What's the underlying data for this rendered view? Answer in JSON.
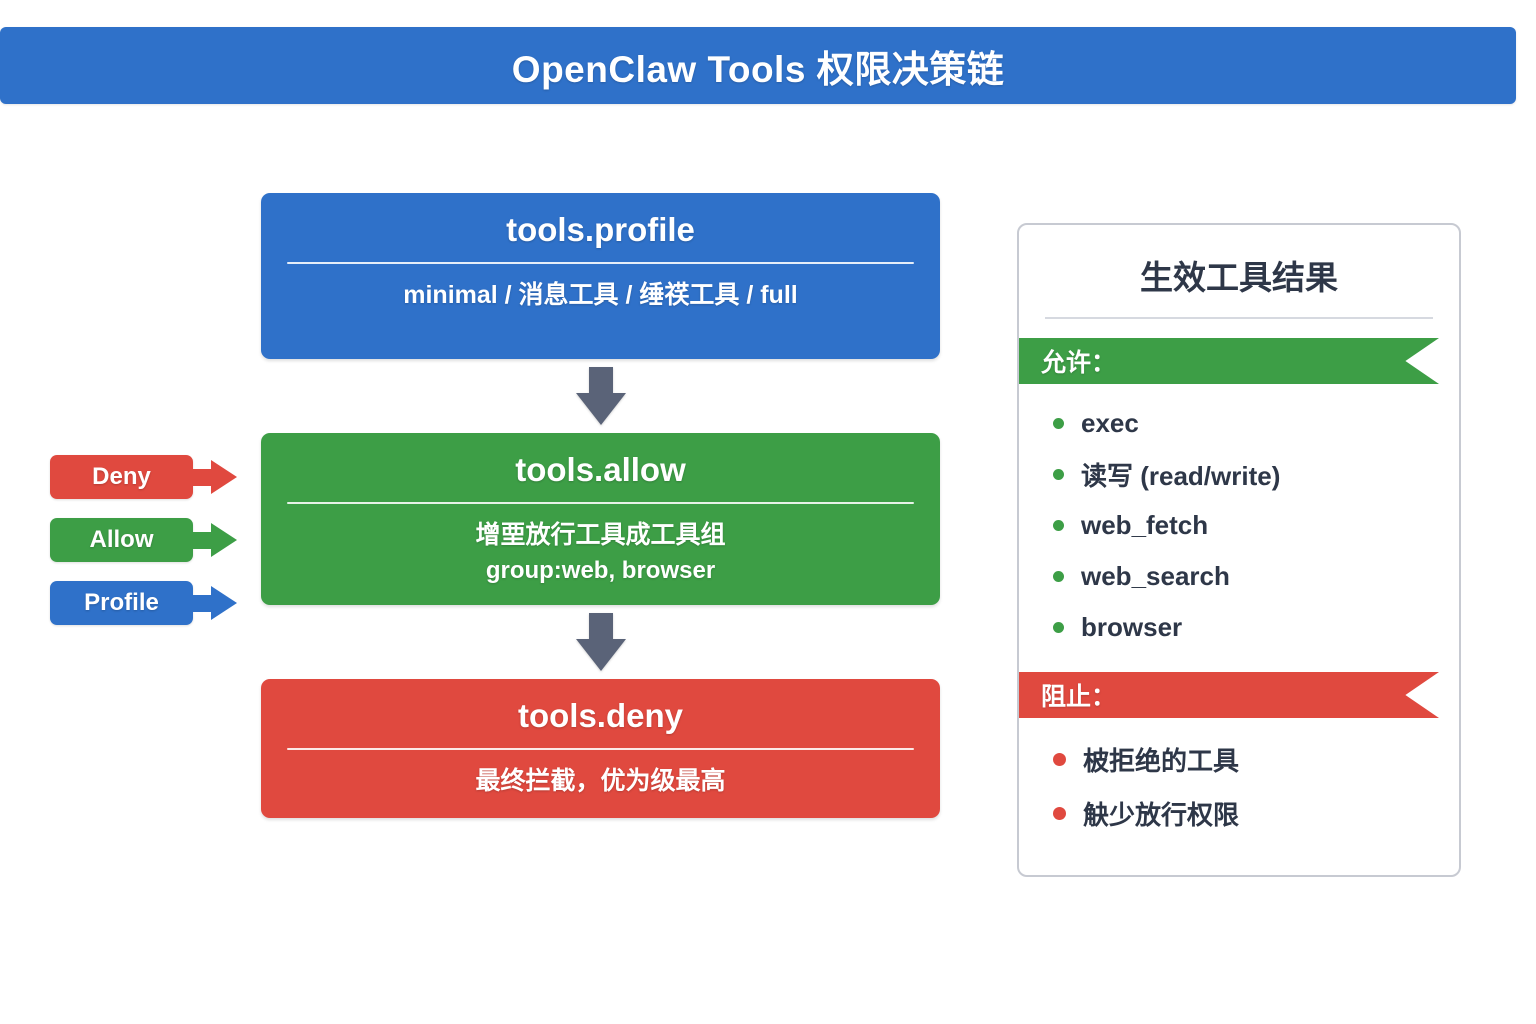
{
  "header": {
    "title": "OpenClaw Tools 权限决策链"
  },
  "colors": {
    "blue": "#2f71c9",
    "green": "#3d9e46",
    "red": "#e0493f",
    "arrow_gray": "#5a6378",
    "text_dark": "#2e3748",
    "card_border": "#c7cad2"
  },
  "flow": {
    "nodes": [
      {
        "id": "tools-profile",
        "title": "tools.profile",
        "subtitle": "minimal / 消息工具 / 缍䄏工具 / full",
        "color": "#2f71c9"
      },
      {
        "id": "tools-allow",
        "title": "tools.allow",
        "subtitle": "增垔放行工具成工具组",
        "subtitle2": "group:web, browser",
        "color": "#3d9e46"
      },
      {
        "id": "tools-deny",
        "title": "tools.deny",
        "subtitle": "最终拦截，优为级最高",
        "color": "#e0493f"
      }
    ]
  },
  "legend": {
    "items": [
      {
        "label": "Deny",
        "color": "#e0493f"
      },
      {
        "label": "Allow",
        "color": "#3d9e46"
      },
      {
        "label": "Profile",
        "color": "#2f71c9"
      }
    ]
  },
  "result": {
    "title": "生效工具结果",
    "allow": {
      "ribbon_label": "允许：",
      "items": [
        "exec",
        "读写 (read/write)",
        "web_fetch",
        "web_search",
        "browser"
      ]
    },
    "block": {
      "ribbon_label": "阻止：",
      "items": [
        "柀拒绝的工具",
        "觖少放行权限"
      ]
    }
  }
}
